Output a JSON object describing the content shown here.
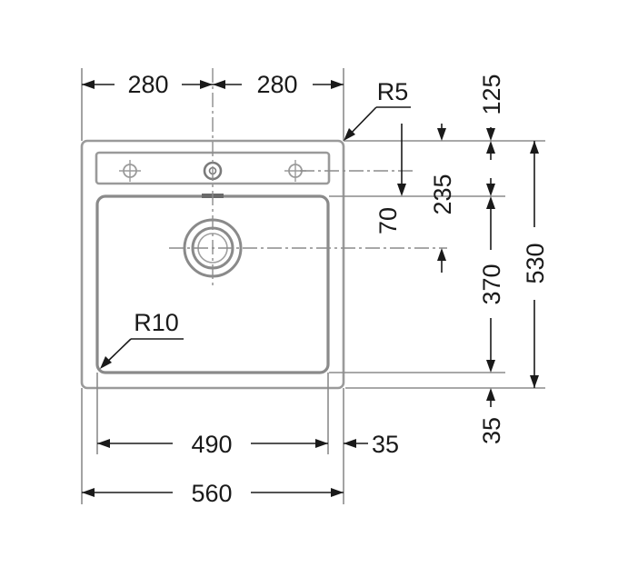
{
  "dimensions": {
    "top_left_half": "280",
    "top_right_half": "280",
    "corner_radius_outer": "R5",
    "corner_radius_bowl": "R10",
    "bowl_width": "490",
    "rim_right": "35",
    "total_width": "560",
    "tap_offset_top": "125",
    "tap_to_bowl_top": "70",
    "tap_to_drain": "235",
    "bowl_depth": "370",
    "total_depth": "530",
    "rim_bottom": "35"
  },
  "colors": {
    "line": "#1a1a1a",
    "sink_outline": "#9a9a9a"
  }
}
